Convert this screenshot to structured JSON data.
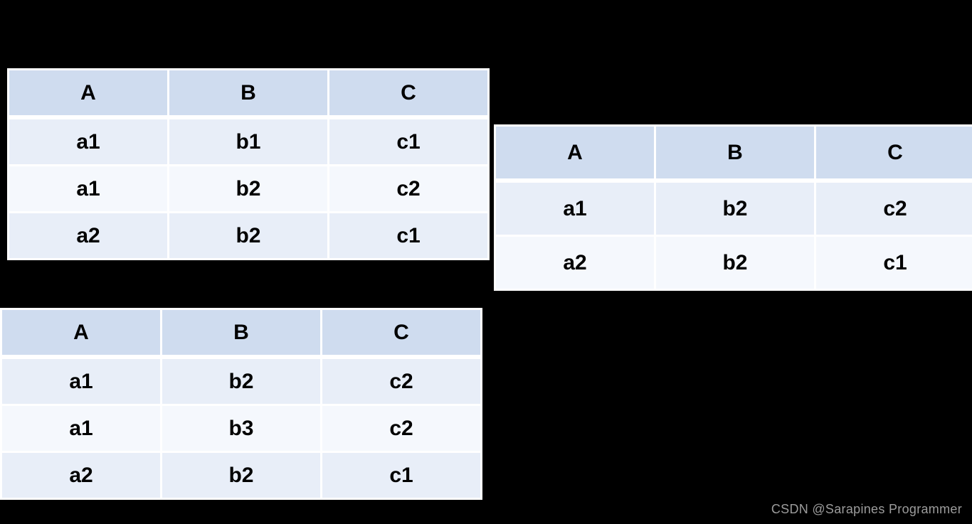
{
  "page": {
    "background_color": "#000000",
    "description_colors": {
      "header_bg": "#cfdcef",
      "band_row_bg": "#e8eef8",
      "alt_row_bg": "#f5f8fd",
      "gridline": "#ffffff",
      "cell_text": "#000000",
      "watermark_text": "#9c9c9c"
    }
  },
  "tables": [
    {
      "position": "top-left",
      "headers": [
        "A",
        "B",
        "C"
      ],
      "rows": [
        [
          "a1",
          "b1",
          "c1"
        ],
        [
          "a1",
          "b2",
          "c2"
        ],
        [
          "a2",
          "b2",
          "c1"
        ]
      ]
    },
    {
      "position": "right",
      "headers": [
        "A",
        "B",
        "C"
      ],
      "rows": [
        [
          "a1",
          "b2",
          "c2"
        ],
        [
          "a2",
          "b2",
          "c1"
        ]
      ]
    },
    {
      "position": "bottom-left",
      "headers": [
        "A",
        "B",
        "C"
      ],
      "rows": [
        [
          "a1",
          "b2",
          "c2"
        ],
        [
          "a1",
          "b3",
          "c2"
        ],
        [
          "a2",
          "b2",
          "c1"
        ]
      ]
    }
  ],
  "watermark": {
    "text": "CSDN @Sarapines Programmer"
  }
}
